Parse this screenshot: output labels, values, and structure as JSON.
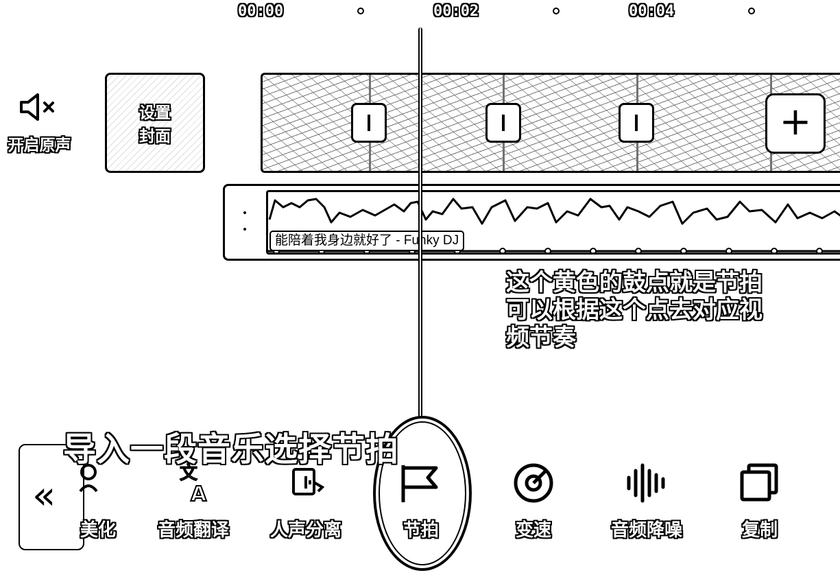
{
  "ruler": {
    "labels": [
      "00:00",
      "00:02",
      "00:04"
    ]
  },
  "left_panel": {
    "mute_label": "开启原声",
    "cover_label_line1": "设置",
    "cover_label_line2": "封面"
  },
  "video_track": {
    "add_symbol": "+"
  },
  "audio_track": {
    "clip_label": "能陪着我身边就好了 - Funky DJ"
  },
  "annotation": {
    "line1": "这个黄色的鼓点就是节拍",
    "line2": "可以根据这个点去对应视",
    "line3": "频节奏"
  },
  "headline": "导入一段音乐选择节拍",
  "toolbar": {
    "collapse_symbol": "«",
    "items": [
      {
        "label": "美化",
        "icon": "sparkle-icon"
      },
      {
        "label": "音频翻译",
        "icon": "translate-icon"
      },
      {
        "label": "人声分离",
        "icon": "vocal-split-icon"
      },
      {
        "label": "节拍",
        "icon": "flag-icon"
      },
      {
        "label": "变速",
        "icon": "speed-icon"
      },
      {
        "label": "音频降噪",
        "icon": "denoise-icon"
      },
      {
        "label": "复制",
        "icon": "copy-icon"
      }
    ]
  },
  "colors": {
    "background": "#ffffff",
    "ink": "#000000"
  }
}
